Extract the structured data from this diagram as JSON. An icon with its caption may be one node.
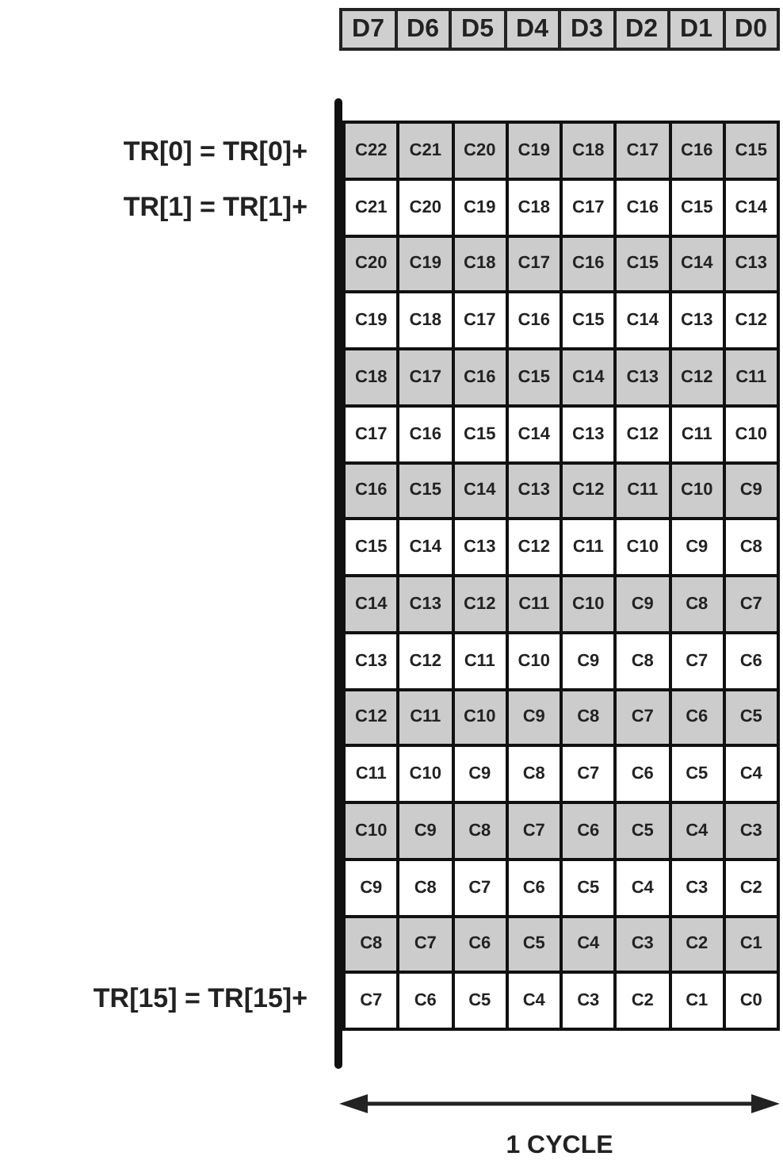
{
  "diagram": {
    "labels": [
      "D7",
      "D6",
      "D5",
      "D4",
      "D3",
      "D2",
      "D1",
      "D0",
      "TR[0] = TR[0]+",
      "TR[1] = TR[1]+",
      "TR[15] = TR[15]+",
      "C22",
      "C21",
      "C20",
      "C19",
      "C18",
      "C17",
      "C16",
      "C15",
      "C21",
      "C20",
      "C19",
      "C18",
      "C17",
      "C16",
      "C15",
      "C14",
      "C20",
      "C19",
      "C18",
      "C17",
      "C16",
      "C15",
      "C14",
      "C13",
      "C19",
      "C18",
      "C17",
      "C16",
      "C15",
      "C14",
      "C13",
      "C12",
      "C18",
      "C17",
      "C16",
      "C15",
      "C14",
      "C13",
      "C12",
      "C11",
      "C17",
      "C16",
      "C15",
      "C14",
      "C13",
      "C12",
      "C11",
      "C10",
      "C16",
      "C15",
      "C14",
      "C13",
      "C12",
      "C11",
      "C10",
      "C9",
      "C15",
      "C14",
      "C13",
      "C12",
      "C11",
      "C10",
      "C9",
      "C8",
      "C14",
      "C13",
      "C12",
      "C11",
      "C10",
      "C9",
      "C8",
      "C7",
      "C13",
      "C12",
      "C11",
      "C10",
      "C9",
      "C8",
      "C7",
      "C6",
      "C12",
      "C11",
      "C10",
      "C9",
      "C8",
      "C7",
      "C6",
      "C5",
      "C11",
      "C10",
      "C9",
      "C8",
      "C7",
      "C6",
      "C5",
      "C4",
      "C10",
      "C9",
      "C8",
      "C7",
      "C6",
      "C5",
      "C4",
      "C3",
      "C9",
      "C8",
      "C7",
      "C6",
      "C5",
      "C4",
      "C3",
      "C2",
      "C8",
      "C7",
      "C6",
      "C5",
      "C4",
      "C3",
      "C2",
      "C1",
      "C7",
      "C6",
      "C5",
      "C4",
      "C3",
      "C2",
      "C1",
      "C0",
      "1 CYCLE"
    ]
  }
}
